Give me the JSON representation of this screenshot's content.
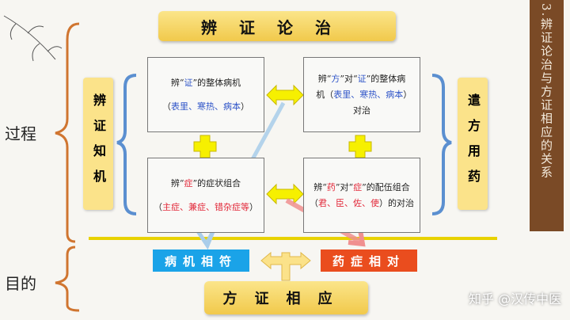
{
  "title": "辨证论治",
  "section_label": "3.辨证论治与方证相应的关系",
  "left_labels": {
    "process": "过程",
    "goal": "目的"
  },
  "side_left": "辨证知机",
  "side_right": "遣方用药",
  "boxes": {
    "tl": {
      "l1a": "辨“",
      "l1b": "证",
      "l1c": "”的整体病机",
      "l2a": "（",
      "l2b": "表里、寒热、病本",
      "l2c": "）"
    },
    "tr": {
      "a": "辨“",
      "b": "方",
      "c": "”对“",
      "d": "证",
      "e": "”的整体病机（",
      "f": "表里、寒热、病本",
      "g": "）对治"
    },
    "bl": {
      "l1a": "辨“",
      "l1b": "症",
      "l1c": "”的症状组合",
      "l2a": "（",
      "l2b": "主症、兼症、错杂症等",
      "l2c": "）"
    },
    "br": {
      "a": "辨“",
      "b": "药",
      "c": "”对“",
      "d": "症",
      "e": "”的配伍组合（",
      "f": "君、臣、佐、使",
      "g": "）的对治"
    }
  },
  "result_left": "病机相符",
  "result_right": "药症相对",
  "bottom": "方证相应",
  "watermark": "知乎 @汉传中医",
  "colors": {
    "blue_label": "#1aa3e8",
    "red_label": "#ea4d1e",
    "strip": "#7a4a26"
  }
}
